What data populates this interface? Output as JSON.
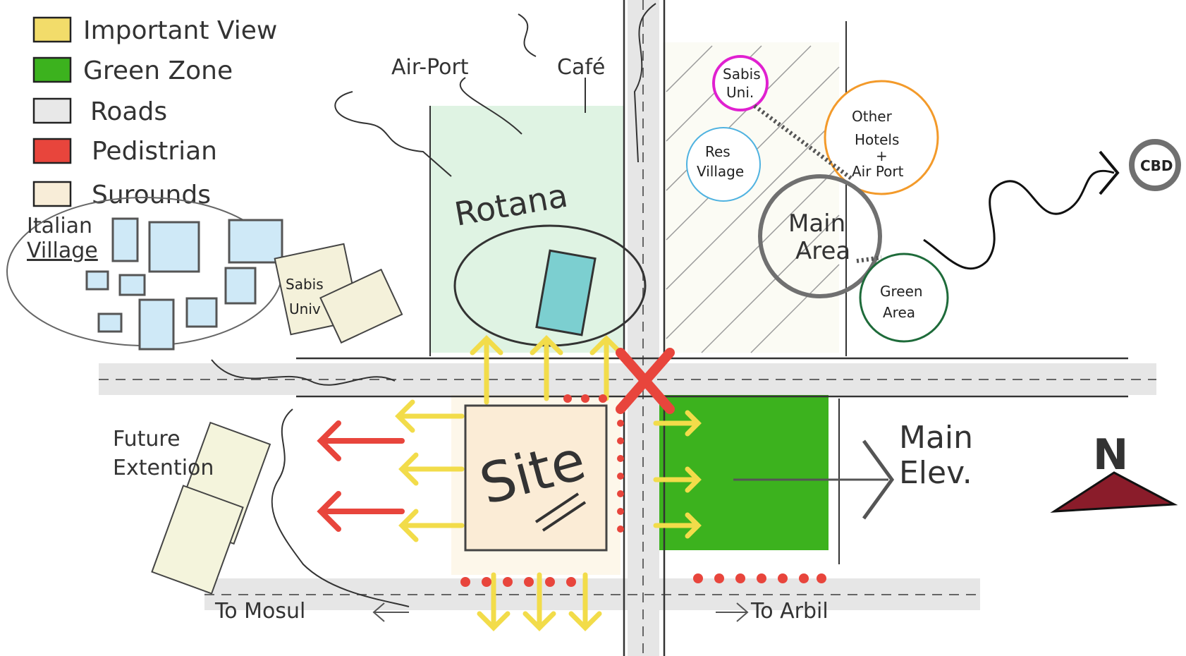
{
  "legend": [
    {
      "label": "Important View",
      "color": "#f2dc6a"
    },
    {
      "label": "Green Zone",
      "color": "#3cb21e"
    },
    {
      "label": "Roads",
      "color": "#e8e8e8"
    },
    {
      "label": "Pedistrian",
      "color": "#e8453c"
    },
    {
      "label": "Surounds",
      "color": "#f8edd8"
    }
  ],
  "labels": {
    "airport": "Air-Port",
    "cafe": "Café",
    "rotana": "Rotana",
    "italian": "Italian",
    "village": "Village",
    "sabis_univ_1": "Sabis",
    "sabis_univ_2": "Univ",
    "sabis_uni_1": "Sabis",
    "sabis_uni_2": "Uni.",
    "res_1": "Res",
    "res_2": "Village",
    "other_1": "Other",
    "other_2": "Hotels",
    "other_3": "+",
    "other_4": "Air Port",
    "main_area_1": "Main",
    "main_area_2": "Area",
    "green_area_1": "Green",
    "green_area_2": "Area",
    "cbd": "CBD",
    "site": "Site",
    "future_1": "Future",
    "future_2": "Extention",
    "main_elev_1": "Main",
    "main_elev_2": "Elev.",
    "to_mosul": "To Mosul",
    "to_arbil": "To Arbil",
    "north": "N"
  },
  "colors": {
    "ink": "#333333",
    "yellow": "#f2dc4a",
    "green_zone": "#3cb21e",
    "light_green": "#dff3e3",
    "red": "#e8453c",
    "surrounds": "#f8edd8",
    "blue": "#cfe9f7",
    "cyan_bldg": "#7ccfd0",
    "magenta": "#e020d0",
    "orange": "#f39a2a",
    "circle_blue": "#4fb2e0",
    "dark_green": "#1e6b3a",
    "grey": "#707070",
    "north_red": "#8a1c2a"
  }
}
